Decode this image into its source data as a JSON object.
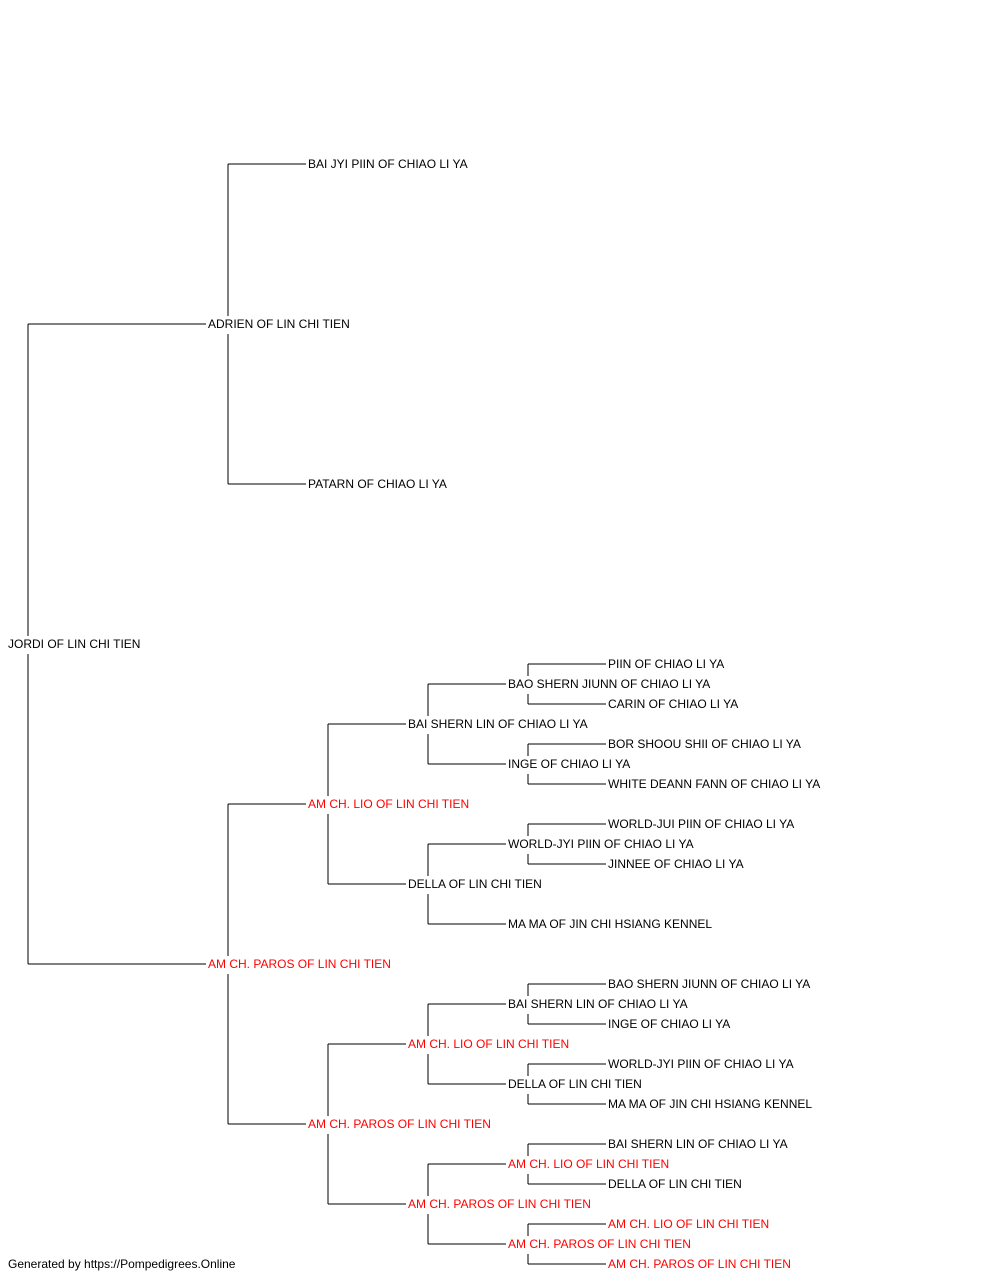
{
  "colors": {
    "normal": "#000000",
    "champion": "#ff0000",
    "line": "#000000"
  },
  "pedigree": {
    "name": "JORDI OF LIN CHI TIEN",
    "champion": false,
    "sire": {
      "name": "ADRIEN OF LIN CHI TIEN",
      "champion": false,
      "sire": {
        "name": "BAI JYI PIIN OF CHIAO LI YA",
        "champion": false
      },
      "dam": {
        "name": "PATARN OF CHIAO LI YA",
        "champion": false
      }
    },
    "dam": {
      "name": "AM CH. PAROS OF LIN CHI TIEN",
      "champion": true,
      "sire": {
        "name": "AM CH. LIO OF LIN CHI TIEN",
        "champion": true,
        "sire": {
          "name": "BAI SHERN LIN OF CHIAO LI YA",
          "champion": false,
          "sire": {
            "name": "BAO SHERN JIUNN OF CHIAO LI YA",
            "champion": false,
            "sire": {
              "name": "PIIN OF CHIAO LI YA",
              "champion": false
            },
            "dam": {
              "name": "CARIN OF CHIAO LI YA",
              "champion": false
            }
          },
          "dam": {
            "name": "INGE OF CHIAO LI YA",
            "champion": false,
            "sire": {
              "name": "BOR SHOOU SHII OF CHIAO LI YA",
              "champion": false
            },
            "dam": {
              "name": "WHITE DEANN FANN OF CHIAO LI YA",
              "champion": false
            }
          }
        },
        "dam": {
          "name": "DELLA OF LIN CHI TIEN",
          "champion": false,
          "sire": {
            "name": "WORLD-JYI PIIN OF CHIAO LI YA",
            "champion": false,
            "sire": {
              "name": "WORLD-JUI PIIN OF CHIAO LI YA",
              "champion": false
            },
            "dam": {
              "name": "JINNEE OF CHIAO LI YA",
              "champion": false
            }
          },
          "dam": {
            "name": "MA MA OF JIN CHI HSIANG KENNEL",
            "champion": false
          }
        }
      },
      "dam": {
        "name": "AM CH. PAROS OF LIN CHI TIEN",
        "champion": true,
        "sire": {
          "name": "AM CH. LIO OF LIN CHI TIEN",
          "champion": true,
          "sire": {
            "name": "BAI SHERN LIN OF CHIAO LI YA",
            "champion": false,
            "sire": {
              "name": "BAO SHERN JIUNN OF CHIAO LI YA",
              "champion": false
            },
            "dam": {
              "name": "INGE OF CHIAO LI YA",
              "champion": false
            }
          },
          "dam": {
            "name": "DELLA OF LIN CHI TIEN",
            "champion": false,
            "sire": {
              "name": "WORLD-JYI PIIN OF CHIAO LI YA",
              "champion": false
            },
            "dam": {
              "name": "MA MA OF JIN CHI HSIANG KENNEL",
              "champion": false
            }
          }
        },
        "dam": {
          "name": "AM CH. PAROS OF LIN CHI TIEN",
          "champion": true,
          "sire": {
            "name": "AM CH. LIO OF LIN CHI TIEN",
            "champion": true,
            "sire": {
              "name": "BAI SHERN LIN OF CHIAO LI YA",
              "champion": false
            },
            "dam": {
              "name": "DELLA OF LIN CHI TIEN",
              "champion": false
            }
          },
          "dam": {
            "name": "AM CH. PAROS OF LIN CHI TIEN",
            "champion": true,
            "sire": {
              "name": "AM CH. LIO OF LIN CHI TIEN",
              "champion": true
            },
            "dam": {
              "name": "AM CH. PAROS OF LIN CHI TIEN",
              "champion": true
            }
          }
        }
      }
    }
  },
  "footer": {
    "text": "Generated by https://Pompedigrees.Online"
  }
}
